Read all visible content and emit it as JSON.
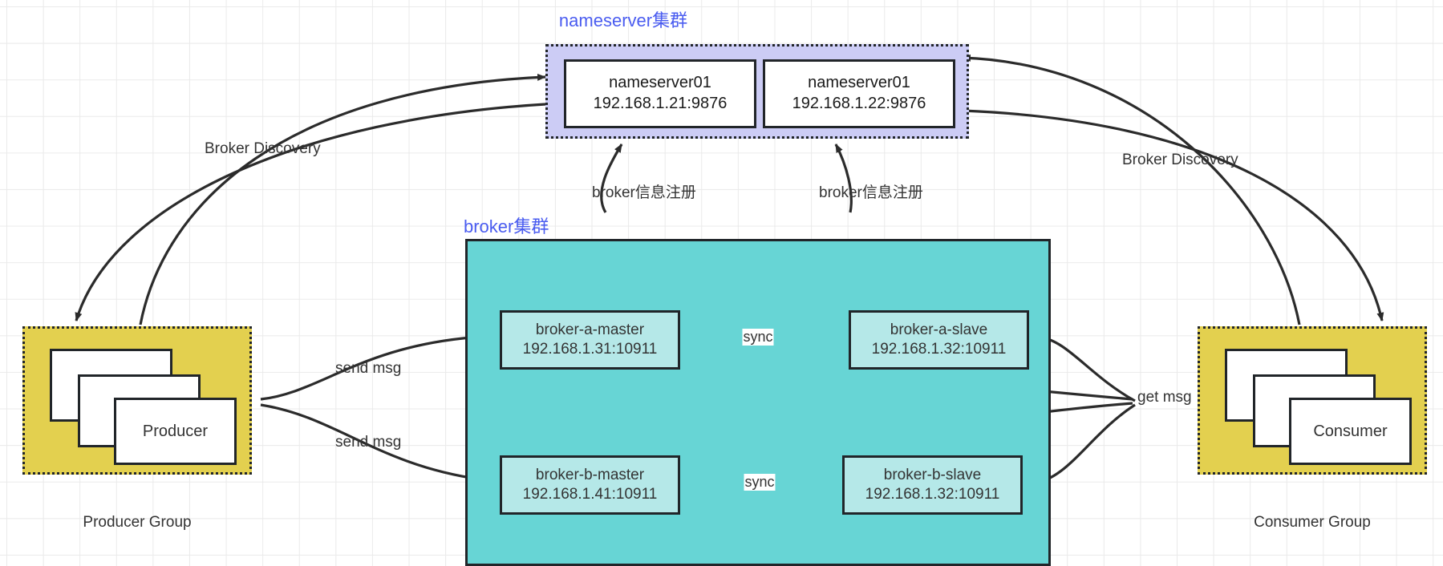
{
  "diagram": {
    "title": "RocketMQ cluster architecture",
    "colors": {
      "nameserver_cluster_fill": "#ccccf5",
      "broker_cluster_fill": "#67d5d5",
      "broker_node_fill": "#b5e8e8",
      "group_fill": "#e3d04f",
      "accent_text": "#4a5cf0",
      "stroke": "#212529"
    }
  },
  "nameserver_cluster": {
    "title": "nameserver集群",
    "nodes": [
      {
        "name": "nameserver01",
        "address": "192.168.1.21:9876"
      },
      {
        "name": "nameserver01",
        "address": "192.168.1.22:9876"
      }
    ]
  },
  "broker_cluster": {
    "title": "broker集群",
    "nodes": [
      {
        "name": "broker-a-master",
        "address": "192.168.1.31:10911"
      },
      {
        "name": "broker-a-slave",
        "address": "192.168.1.32:10911"
      },
      {
        "name": "broker-b-master",
        "address": "192.168.1.41:10911"
      },
      {
        "name": "broker-b-slave",
        "address": "192.168.1.32:10911"
      }
    ],
    "sync_labels": [
      "sync",
      "sync"
    ]
  },
  "producer_group": {
    "caption": "Producer Group",
    "card_label": "Producer"
  },
  "consumer_group": {
    "caption": "Consumer Group",
    "card_label": "Consumer"
  },
  "edge_labels": {
    "broker_discovery_left": "Broker Discovery",
    "broker_discovery_right": "Broker Discovery",
    "register_left": "broker信息注册",
    "register_right": "broker信息注册",
    "send_msg_a": "send msg",
    "send_msg_b": "send msg",
    "get_msg": "get msg"
  }
}
